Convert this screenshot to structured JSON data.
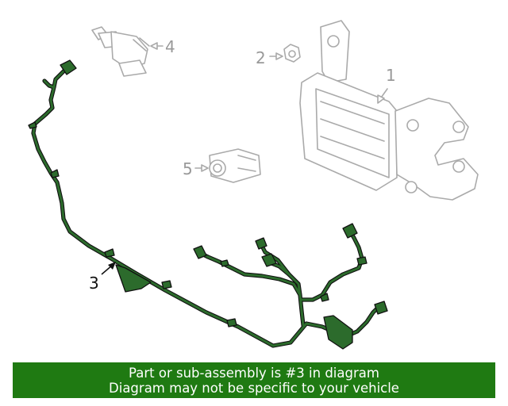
{
  "callouts": {
    "c1": "1",
    "c2": "2",
    "c3": "3",
    "c4": "4",
    "c5": "5"
  },
  "banner": {
    "line1": "Part or sub-assembly is #3 in diagram",
    "line2": "Diagram may not be specific to your vehicle"
  },
  "colors": {
    "highlight": "#2c6b2c",
    "banner_bg": "#1f7a12",
    "ghost": "#aaaaaa"
  }
}
